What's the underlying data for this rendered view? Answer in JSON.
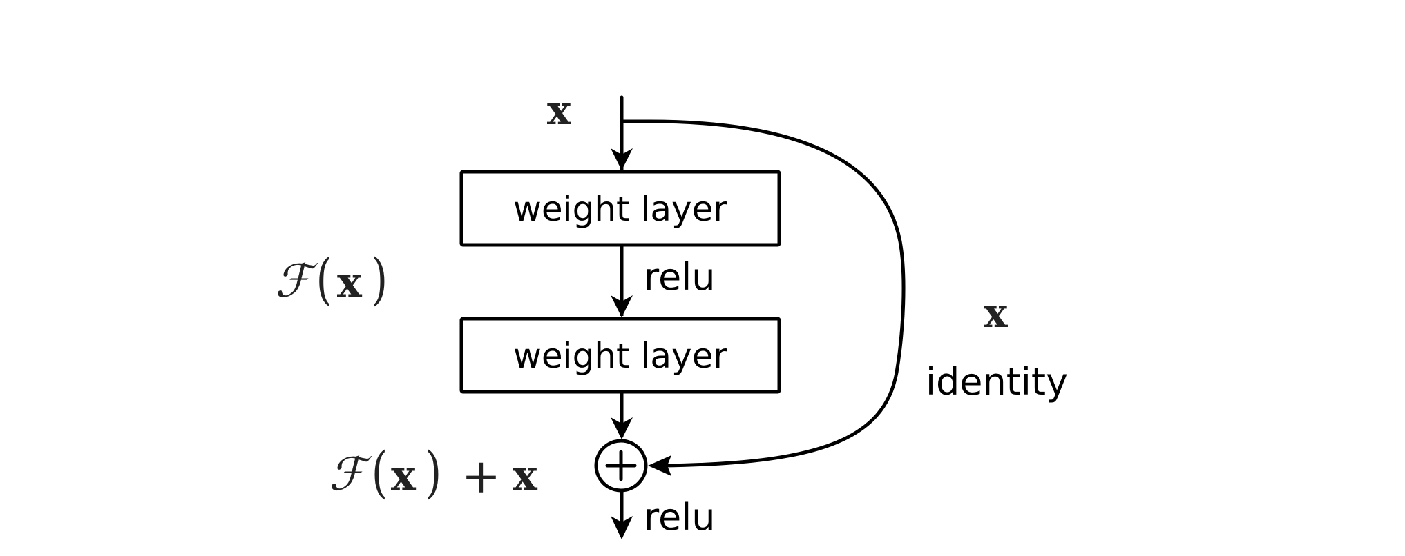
{
  "diagram": {
    "title": "Residual learning building block",
    "input_label": "x",
    "layers": [
      {
        "label": "weight layer"
      },
      {
        "label": "weight layer"
      }
    ],
    "activations": {
      "between_layers": "relu",
      "output": "relu"
    },
    "residual_function": {
      "script": "ℱ",
      "open": "(",
      "var": "x",
      "close": ")"
    },
    "sum_expression": {
      "script": "ℱ",
      "open": "(",
      "var": "x",
      "close": ")",
      "plus": "+",
      "var2": "x"
    },
    "shortcut": {
      "var": "x",
      "label": "identity"
    },
    "sum_node": {
      "symbol": "+"
    },
    "colors": {
      "stroke": "#000000",
      "text": "#000000",
      "math": "#222222",
      "background": "#ffffff"
    }
  }
}
